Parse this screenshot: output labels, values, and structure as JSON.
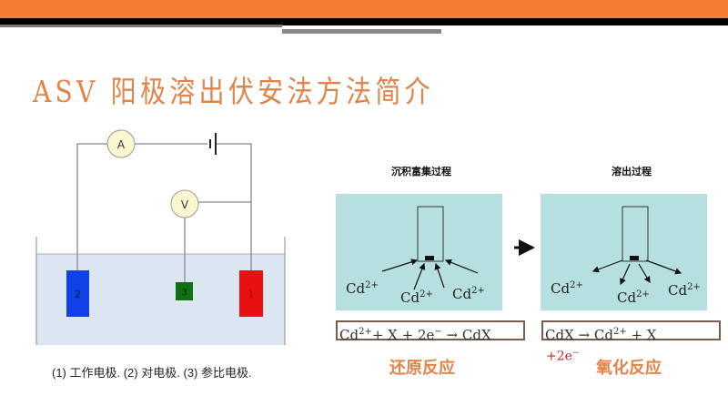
{
  "title": "ASV 阳极溶出伏安法方法简介",
  "circuit": {
    "ammeter": "A",
    "voltmeter": "V",
    "electrode_1": "1",
    "electrode_2": "2",
    "electrode_3": "3"
  },
  "caption": "(1) 工作电极. (2) 对电极. (3) 参比电极.",
  "deposition": {
    "title": "沉积富集过程",
    "ion": "Cd",
    "charge": "2+",
    "equation": {
      "a": "Cd",
      "a_sup": "2+",
      "b": "+ X + 2e",
      "b_sup": "−",
      "c": " → CdX"
    },
    "reaction": "还原反应"
  },
  "stripping": {
    "title": "溶出过程",
    "ion": "Cd",
    "charge": "2+",
    "equation": {
      "a": "CdX → Cd",
      "a_sup": "2+",
      "b": " + X"
    },
    "electrons": "+2e",
    "electrons_sup": "−",
    "reaction": "氧化反应"
  },
  "colors": {
    "accent": "#f47d32",
    "panel": "#b6dfe0",
    "electrode1": "#e81010",
    "electrode2": "#1040e8",
    "electrode3": "#107010"
  }
}
